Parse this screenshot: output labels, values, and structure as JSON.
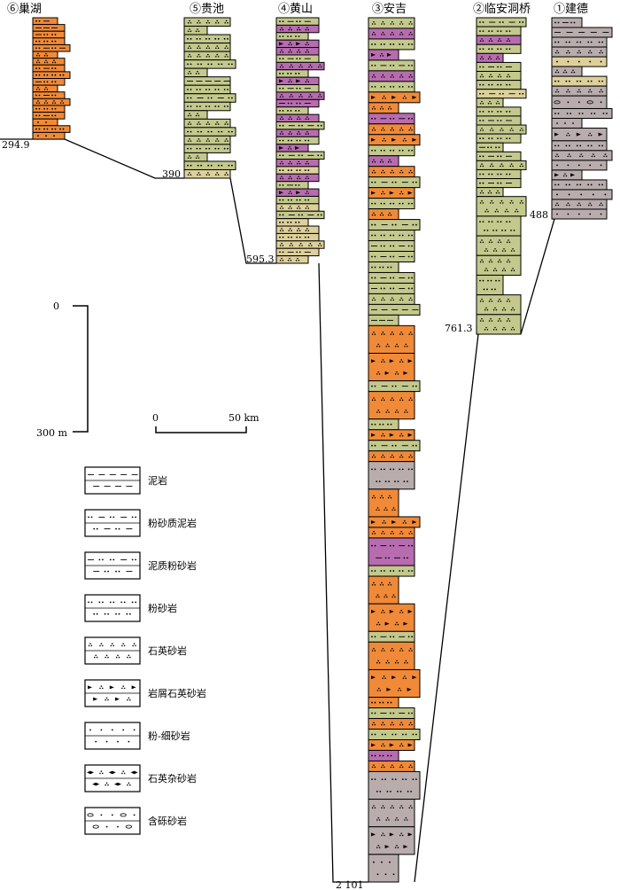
{
  "colors": {
    "orange": "#f08a38",
    "green": "#c3c98c",
    "purple": "#b86cb0",
    "tan": "#ddd09a",
    "gray": "#b9acad",
    "white": "#ffffff",
    "outline": "#000000"
  },
  "columns": [
    {
      "id": "chaohu",
      "title": "⑥巢湖",
      "depth_label": "294.9",
      "thickness": 294.9,
      "layers": [
        {
          "c": "orange",
          "p": "silty_mud"
        },
        {
          "c": "orange",
          "p": "mudstone"
        },
        {
          "c": "orange",
          "p": "muddy_silt"
        },
        {
          "c": "orange",
          "p": "siltstone"
        },
        {
          "c": "orange",
          "p": "silty_mud"
        },
        {
          "c": "orange",
          "p": "quartz_ss"
        },
        {
          "c": "orange",
          "p": "quartz_ss"
        },
        {
          "c": "orange",
          "p": "silty_mud"
        },
        {
          "c": "orange",
          "p": "siltstone"
        },
        {
          "c": "orange",
          "p": "muddy_silt"
        },
        {
          "c": "orange",
          "p": "quartz_ss"
        },
        {
          "c": "orange",
          "p": "silty_mud"
        },
        {
          "c": "orange",
          "p": "quartz_ss"
        },
        {
          "c": "orange",
          "p": "siltstone"
        },
        {
          "c": "orange",
          "p": "silty_mud"
        },
        {
          "c": "orange",
          "p": "fine_ss"
        },
        {
          "c": "orange",
          "p": "siltstone"
        },
        {
          "c": "orange",
          "p": "fine_ss"
        }
      ]
    },
    {
      "id": "guichi",
      "title": "⑤贵池",
      "depth_label": "390",
      "thickness": 390,
      "layers": [
        {
          "c": "green",
          "p": "quartz_ss"
        },
        {
          "c": "green",
          "p": "quartz_ss"
        },
        {
          "c": "green",
          "p": "siltstone"
        },
        {
          "c": "green",
          "p": "quartz_ss"
        },
        {
          "c": "green",
          "p": "quartz_ss"
        },
        {
          "c": "green",
          "p": "siltstone"
        },
        {
          "c": "green",
          "p": "quartz_ss"
        },
        {
          "c": "green",
          "p": "mudstone"
        },
        {
          "c": "green",
          "p": "siltstone"
        },
        {
          "c": "green",
          "p": "silty_mud"
        },
        {
          "c": "green",
          "p": "siltstone"
        },
        {
          "c": "green",
          "p": "quartz_ss"
        },
        {
          "c": "green",
          "p": "quartz_ss"
        },
        {
          "c": "green",
          "p": "siltstone"
        },
        {
          "c": "green",
          "p": "quartz_ss"
        },
        {
          "c": "green",
          "p": "siltstone"
        },
        {
          "c": "green",
          "p": "quartz_ss"
        },
        {
          "c": "green",
          "p": "siltstone"
        },
        {
          "c": "tan",
          "p": "quartz_ss"
        }
      ]
    },
    {
      "id": "huangshan",
      "title": "④黄山",
      "depth_label": "595.3",
      "thickness": 595.3,
      "layers": [
        {
          "c": "green",
          "p": "silty_mud"
        },
        {
          "c": "purple",
          "p": "quartz_ss"
        },
        {
          "c": "green",
          "p": "siltstone"
        },
        {
          "c": "purple",
          "p": "lithic_quartz"
        },
        {
          "c": "purple",
          "p": "quartz_ss"
        },
        {
          "c": "green",
          "p": "silty_mud"
        },
        {
          "c": "purple",
          "p": "quartz_ss"
        },
        {
          "c": "green",
          "p": "siltstone"
        },
        {
          "c": "purple",
          "p": "lithic_quartz"
        },
        {
          "c": "green",
          "p": "silty_mud"
        },
        {
          "c": "purple",
          "p": "quartz_ss"
        },
        {
          "c": "purple",
          "p": "muddy_silt"
        },
        {
          "c": "green",
          "p": "siltstone"
        },
        {
          "c": "purple",
          "p": "quartz_ss"
        },
        {
          "c": "green",
          "p": "silty_mud"
        },
        {
          "c": "purple",
          "p": "quartz_ss"
        },
        {
          "c": "green",
          "p": "siltstone"
        },
        {
          "c": "purple",
          "p": "lithic_quartz"
        },
        {
          "c": "green",
          "p": "silty_mud"
        },
        {
          "c": "purple",
          "p": "quartz_ss"
        },
        {
          "c": "tan",
          "p": "siltstone"
        },
        {
          "c": "purple",
          "p": "quartz_ss"
        },
        {
          "c": "green",
          "p": "silty_mud"
        },
        {
          "c": "purple",
          "p": "lithic_quartz"
        },
        {
          "c": "green",
          "p": "siltstone"
        },
        {
          "c": "tan",
          "p": "quartz_ss"
        },
        {
          "c": "green",
          "p": "silty_mud"
        },
        {
          "c": "tan",
          "p": "siltstone"
        },
        {
          "c": "tan",
          "p": "quartz_ss"
        },
        {
          "c": "tan",
          "p": "siltstone"
        },
        {
          "c": "tan",
          "p": "quartz_ss"
        },
        {
          "c": "tan",
          "p": "silty_mud"
        },
        {
          "c": "tan",
          "p": "quartz_ss"
        }
      ]
    },
    {
      "id": "anji",
      "title": "③安吉",
      "depth_label": "2 101",
      "thickness": 2101,
      "layers": [
        {
          "c": "green",
          "p": "quartz_ss"
        },
        {
          "c": "purple",
          "p": "quartz_ss"
        },
        {
          "c": "green",
          "p": "siltstone"
        },
        {
          "c": "purple",
          "p": "lithic_quartz"
        },
        {
          "c": "green",
          "p": "silty_mud"
        },
        {
          "c": "purple",
          "p": "quartz_ss"
        },
        {
          "c": "green",
          "p": "siltstone"
        },
        {
          "c": "orange",
          "p": "lithic_quartz"
        },
        {
          "c": "orange",
          "p": "quartz_ss"
        },
        {
          "c": "purple",
          "p": "silty_mud"
        },
        {
          "c": "orange",
          "p": "quartz_ss"
        },
        {
          "c": "orange",
          "p": "lithic_quartz"
        },
        {
          "c": "green",
          "p": "siltstone"
        },
        {
          "c": "purple",
          "p": "quartz_ss"
        },
        {
          "c": "orange",
          "p": "quartz_ss"
        },
        {
          "c": "green",
          "p": "silty_mud"
        },
        {
          "c": "orange",
          "p": "lithic_quartz"
        },
        {
          "c": "green",
          "p": "siltstone"
        },
        {
          "c": "orange",
          "p": "quartz_ss"
        },
        {
          "c": "green",
          "p": "silty_mud"
        },
        {
          "c": "green",
          "p": "siltstone"
        },
        {
          "c": "green",
          "p": "muddy_silt"
        },
        {
          "c": "green",
          "p": "silty_mud"
        },
        {
          "c": "green",
          "p": "siltstone"
        },
        {
          "c": "green",
          "p": "silty_mud"
        },
        {
          "c": "green",
          "p": "muddy_silt"
        },
        {
          "c": "green",
          "p": "quartz_ss"
        },
        {
          "c": "green",
          "p": "mudstone"
        },
        {
          "c": "green",
          "p": "mudstone"
        },
        {
          "c": "orange",
          "p": "quartz_ss"
        },
        {
          "c": "orange",
          "p": "lithic_quartz"
        },
        {
          "c": "green",
          "p": "silty_mud"
        },
        {
          "c": "orange",
          "p": "quartz_ss"
        },
        {
          "c": "green",
          "p": "siltstone"
        },
        {
          "c": "orange",
          "p": "lithic_quartz"
        },
        {
          "c": "green",
          "p": "silty_mud"
        },
        {
          "c": "orange",
          "p": "quartz_ss"
        },
        {
          "c": "gray",
          "p": "siltstone"
        },
        {
          "c": "orange",
          "p": "quartz_ss"
        },
        {
          "c": "orange",
          "p": "lithic_quartz"
        },
        {
          "c": "orange",
          "p": "quartz_ss"
        },
        {
          "c": "purple",
          "p": "silty_mud"
        },
        {
          "c": "green",
          "p": "siltstone"
        },
        {
          "c": "orange",
          "p": "quartz_ss"
        },
        {
          "c": "orange",
          "p": "lithic_quartz"
        },
        {
          "c": "green",
          "p": "silty_mud"
        },
        {
          "c": "orange",
          "p": "quartz_ss"
        },
        {
          "c": "orange",
          "p": "lithic_quartz"
        },
        {
          "c": "orange",
          "p": "siltstone"
        },
        {
          "c": "green",
          "p": "silty_mud"
        },
        {
          "c": "orange",
          "p": "quartz_ss"
        },
        {
          "c": "green",
          "p": "siltstone"
        },
        {
          "c": "orange",
          "p": "lithic_quartz"
        },
        {
          "c": "purple",
          "p": "siltstone"
        },
        {
          "c": "orange",
          "p": "quartz_ss"
        },
        {
          "c": "gray",
          "p": "siltstone"
        },
        {
          "c": "gray",
          "p": "quartz_ss"
        },
        {
          "c": "gray",
          "p": "lithic_quartz"
        },
        {
          "c": "gray",
          "p": "fine_ss"
        }
      ]
    },
    {
      "id": "linan",
      "title": "②临安洞桥",
      "depth_label": "761.3",
      "thickness": 761.3,
      "layers": [
        {
          "c": "green",
          "p": "silty_mud"
        },
        {
          "c": "green",
          "p": "siltstone"
        },
        {
          "c": "purple",
          "p": "quartz_ss"
        },
        {
          "c": "green",
          "p": "siltstone"
        },
        {
          "c": "purple",
          "p": "quartz_ss"
        },
        {
          "c": "green",
          "p": "silty_mud"
        },
        {
          "c": "green",
          "p": "quartz_ss"
        },
        {
          "c": "green",
          "p": "siltstone"
        },
        {
          "c": "tan",
          "p": "silty_mud"
        },
        {
          "c": "green",
          "p": "quartz_ss"
        },
        {
          "c": "green",
          "p": "siltstone"
        },
        {
          "c": "green",
          "p": "silty_mud"
        },
        {
          "c": "green",
          "p": "quartz_ss"
        },
        {
          "c": "green",
          "p": "siltstone"
        },
        {
          "c": "green",
          "p": "muddy_silt"
        },
        {
          "c": "green",
          "p": "silty_mud"
        },
        {
          "c": "green",
          "p": "quartz_ss"
        },
        {
          "c": "green",
          "p": "siltstone"
        },
        {
          "c": "green",
          "p": "silty_mud"
        },
        {
          "c": "green",
          "p": "quartz_ss"
        },
        {
          "c": "green",
          "p": "quartz_ss"
        },
        {
          "c": "green",
          "p": "siltstone"
        },
        {
          "c": "green",
          "p": "quartz_ss"
        },
        {
          "c": "green",
          "p": "quartz_ss"
        },
        {
          "c": "green",
          "p": "siltstone"
        },
        {
          "c": "green",
          "p": "quartz_ss"
        },
        {
          "c": "green",
          "p": "quartz_ss"
        }
      ]
    },
    {
      "id": "jiande",
      "title": "①建德",
      "depth_label": "488",
      "thickness": 488,
      "layers": [
        {
          "c": "gray",
          "p": "silty_mud"
        },
        {
          "c": "gray",
          "p": "mudstone"
        },
        {
          "c": "gray",
          "p": "siltstone"
        },
        {
          "c": "gray",
          "p": "quartz_ss"
        },
        {
          "c": "tan",
          "p": "fine_ss"
        },
        {
          "c": "gray",
          "p": "quartz_ss"
        },
        {
          "c": "tan",
          "p": "siltstone"
        },
        {
          "c": "gray",
          "p": "quartz_ss"
        },
        {
          "c": "gray",
          "p": "pebbly_ss"
        },
        {
          "c": "gray",
          "p": "siltstone"
        },
        {
          "c": "gray",
          "p": "fine_ss"
        },
        {
          "c": "gray",
          "p": "lithic_quartz"
        },
        {
          "c": "gray",
          "p": "siltstone"
        },
        {
          "c": "gray",
          "p": "quartz_ss"
        },
        {
          "c": "gray",
          "p": "fine_ss"
        },
        {
          "c": "gray",
          "p": "lithic_quartz"
        },
        {
          "c": "gray",
          "p": "siltstone"
        },
        {
          "c": "gray",
          "p": "fine_ss"
        },
        {
          "c": "gray",
          "p": "quartz_ss"
        },
        {
          "c": "gray",
          "p": "fine_ss"
        }
      ]
    }
  ],
  "scales": {
    "vertical": {
      "top": "0",
      "bottom": "300 m"
    },
    "horizontal": {
      "left": "0",
      "right": "50 km"
    }
  },
  "legend": [
    {
      "key": "mudstone",
      "label": "泥岩"
    },
    {
      "key": "silty_mud",
      "label": "粉砂质泥岩"
    },
    {
      "key": "muddy_silt",
      "label": "泥质粉砂岩"
    },
    {
      "key": "siltstone",
      "label": "粉砂岩"
    },
    {
      "key": "quartz_ss",
      "label": "石英砂岩"
    },
    {
      "key": "lithic_quartz",
      "label": "岩屑石英砂岩"
    },
    {
      "key": "fine_ss",
      "label": "粉-细砂岩"
    },
    {
      "key": "greywacke",
      "label": "石英杂砂岩"
    },
    {
      "key": "pebbly_ss",
      "label": "含砾砂岩"
    }
  ]
}
